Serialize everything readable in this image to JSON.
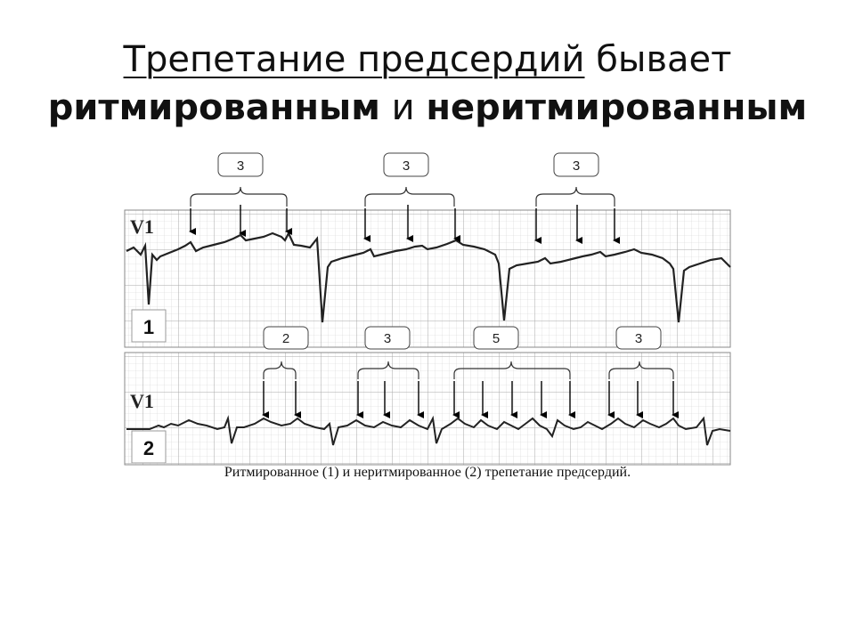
{
  "title": {
    "part1": "Трепетание предсердий",
    "part2": " бывает",
    "part3": "ритмированным",
    "part4": " и ",
    "part5": "неритмированным"
  },
  "ecg": {
    "lead_label": "V1",
    "strip1": {
      "number": "1",
      "group_labels": [
        "3",
        "3",
        "3"
      ]
    },
    "strip2": {
      "number": "2",
      "group_labels": [
        "2",
        "3",
        "5",
        "3"
      ]
    },
    "grid_color": "#b9b9b9",
    "trace_color": "#222222"
  },
  "caption": "Ритмированное (1) и неритмированное (2) трепетание предсердий."
}
